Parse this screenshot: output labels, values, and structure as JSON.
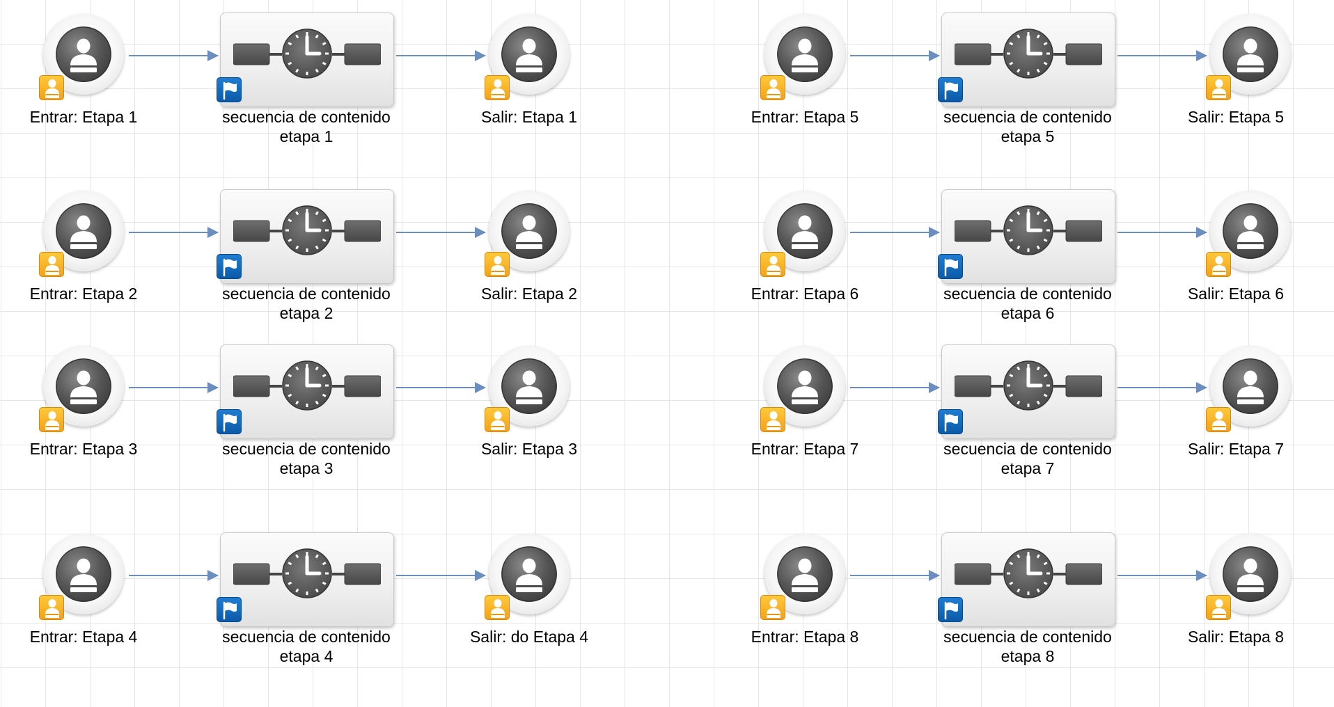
{
  "diagram": {
    "groups": [
      {
        "enter_label": "Entrar: Etapa 1",
        "sequence_label_line1": "secuencia de contenido",
        "sequence_label_line2": "etapa 1",
        "exit_label": "Salir: Etapa 1"
      },
      {
        "enter_label": "Entrar: Etapa 2",
        "sequence_label_line1": "secuencia de contenido",
        "sequence_label_line2": "etapa 2",
        "exit_label": "Salir: Etapa 2"
      },
      {
        "enter_label": "Entrar: Etapa 3",
        "sequence_label_line1": "secuencia de contenido",
        "sequence_label_line2": "etapa 3",
        "exit_label": "Salir: Etapa 3"
      },
      {
        "enter_label": "Entrar: Etapa 4",
        "sequence_label_line1": "secuencia de contenido",
        "sequence_label_line2": "etapa 4",
        "exit_label": "Salir: do Etapa 4"
      },
      {
        "enter_label": "Entrar: Etapa 5",
        "sequence_label_line1": "secuencia de contenido",
        "sequence_label_line2": "etapa 5",
        "exit_label": "Salir: Etapa 5"
      },
      {
        "enter_label": "Entrar: Etapa 6",
        "sequence_label_line1": "secuencia de contenido",
        "sequence_label_line2": "etapa 6",
        "exit_label": "Salir: Etapa 6"
      },
      {
        "enter_label": "Entrar: Etapa 7",
        "sequence_label_line1": "secuencia de contenido",
        "sequence_label_line2": "etapa 7",
        "exit_label": "Salir: Etapa 7"
      },
      {
        "enter_label": "Entrar: Etapa 8",
        "sequence_label_line1": "secuencia de contenido",
        "sequence_label_line2": "etapa 8",
        "exit_label": "Salir: Etapa 8"
      }
    ],
    "icons": {
      "enter_node": "person-icon",
      "exit_node": "person-icon",
      "sequence_node": "sequence-clock-icon",
      "enter_badge": "user-badge-icon",
      "exit_badge": "user-badge-icon",
      "sequence_badge": "flag-badge-icon"
    },
    "colors": {
      "connector": "#6c8ebf",
      "user_badge": "#f7b12c",
      "flag_badge": "#0f66bb",
      "icon_dark": "#4a4a4a"
    }
  }
}
